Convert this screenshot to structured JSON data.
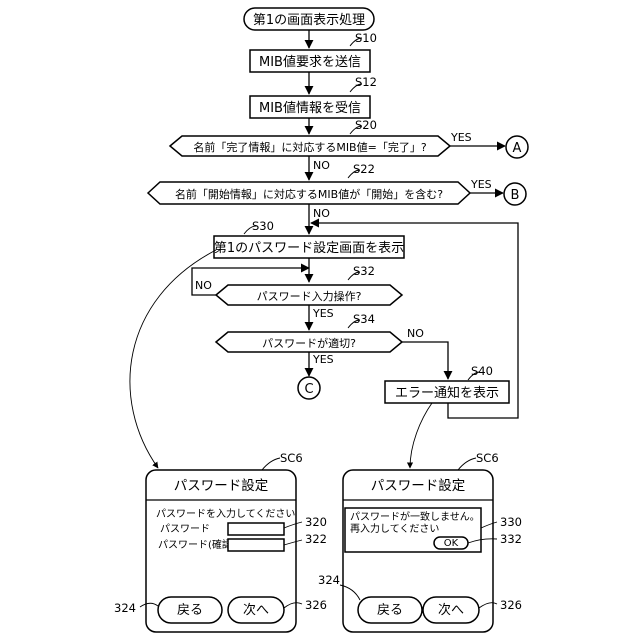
{
  "flowchart": {
    "start": "第1の画面表示処理",
    "s10": {
      "step": "S10",
      "text": "MIB値要求を送信"
    },
    "s12": {
      "step": "S12",
      "text": "MIB値情報を受信"
    },
    "s20": {
      "step": "S20",
      "text": "名前「完了情報」に対応するMIB値=「完了」?",
      "yes": "YES",
      "no": "NO",
      "connector": "A"
    },
    "s22": {
      "step": "S22",
      "text": "名前「開始情報」に対応するMIB値が「開始」を含む?",
      "yes": "YES",
      "no": "NO",
      "connector": "B"
    },
    "s30": {
      "step": "S30",
      "text": "第1のパスワード設定画面を表示"
    },
    "s32": {
      "step": "S32",
      "text": "パスワード入力操作?",
      "yes": "YES",
      "no": "NO"
    },
    "s34": {
      "step": "S34",
      "text": "パスワードが適切?",
      "yes": "YES",
      "no": "NO",
      "connector": "C"
    },
    "s40": {
      "step": "S40",
      "text": "エラー通知を表示"
    }
  },
  "screen_left": {
    "ref": "SC6",
    "title": "パスワード設定",
    "prompt": "パスワードを入力してください",
    "field1_label": "パスワード",
    "field1_ref": "320",
    "field2_label": "パスワード(確認)",
    "field2_ref": "322",
    "back_label": "戻る",
    "back_ref": "324",
    "next_label": "次へ",
    "next_ref": "326"
  },
  "screen_right": {
    "ref": "SC6",
    "title": "パスワード設定",
    "error_line1": "パスワードが一致しません。",
    "error_line2": "再入力してください",
    "dialog_ref": "330",
    "ok_label": "OK",
    "ok_ref": "332",
    "back_label": "戻る",
    "back_ref": "324",
    "next_label": "次へ",
    "next_ref": "326"
  }
}
